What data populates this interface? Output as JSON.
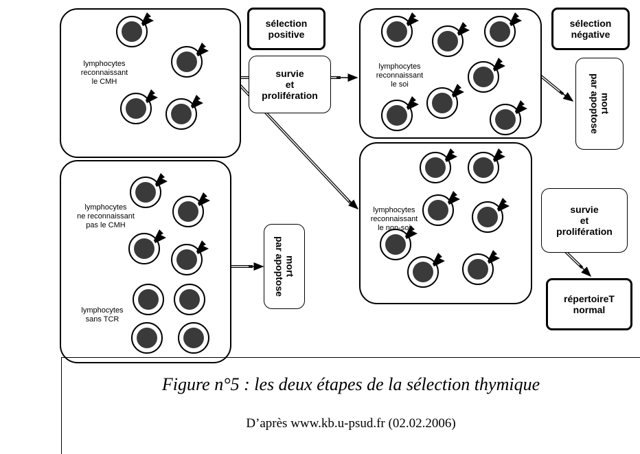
{
  "diagram": {
    "groups": {
      "cmh": "lymphocytes\nreconnaissant\nle CMH",
      "no_cmh": "lymphocytes\nne reconnaissant\npas le CMH",
      "no_tcr": "lymphocytes\nsans TCR",
      "self": "lymphocytes\nreconnaissant\nle soi",
      "non_self": "lymphocytes\nreconnaissant\nle non-soi"
    },
    "labels": {
      "positive_selection": "sélection\npositive",
      "negative_selection": "sélection\nnégative",
      "survival_1": "survie\net\nprolifération",
      "survival_2": "survie\net\nprolifération",
      "death_1": "mort\npar apoptose",
      "death_2": "mort\npar apoptose",
      "repertoire": "répertoireT\nnormal"
    }
  },
  "caption": {
    "title": "Figure n°5 : les deux étapes de la sélection thymique",
    "source": "D’après www.kb.u-psud.fr (02.02.2006)"
  },
  "colors": {
    "line": "#000000",
    "cell_core": "#3a3a3a",
    "background": "#ffffff"
  }
}
